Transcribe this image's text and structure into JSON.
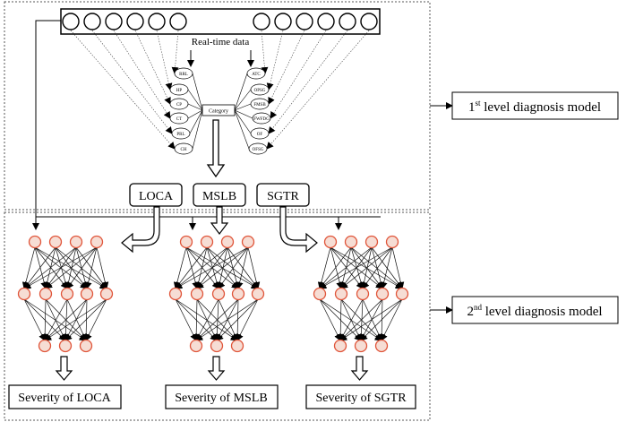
{
  "top_module": {
    "realtime_label": "Real-time data",
    "hub_label": "Category",
    "left_inputs": [
      "RRL",
      "HP",
      "CP",
      "CT",
      "PRL",
      "CH"
    ],
    "right_inputs": [
      "ATC",
      "OPSG",
      "FMSB",
      "FWFDG",
      "OF",
      "OFSG"
    ]
  },
  "level_labels": {
    "first": {
      "num": "1",
      "sup": "st",
      "text": " level diagnosis model"
    },
    "second": {
      "num": "2",
      "sup": "nd",
      "text": " level diagnosis model"
    }
  },
  "categories": [
    "LOCA",
    "MSLB",
    "SGTR"
  ],
  "severity_labels": [
    "Severity of LOCA",
    "Severity of MSLB",
    "Severity of SGTR"
  ],
  "colors": {
    "node_fill": "#f6ddd4",
    "node_stroke": "#e0553a",
    "line": "#000000"
  }
}
